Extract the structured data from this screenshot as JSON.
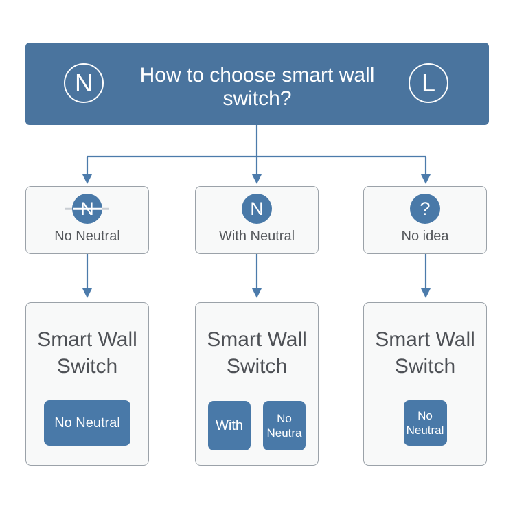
{
  "header": {
    "title": [
      "How to choose smart wall",
      "switch?"
    ],
    "left_badge": "N",
    "right_badge": "L"
  },
  "branches": [
    {
      "condition": {
        "icon": "no-neutral-strikethrough-n-icon",
        "symbol": "N",
        "label": "No Neutral"
      },
      "result": {
        "title": [
          "Smart Wall",
          "Switch"
        ],
        "buttons": [
          {
            "lines": [
              "No Neutral"
            ]
          }
        ]
      }
    },
    {
      "condition": {
        "icon": "neutral-n-circle-icon",
        "symbol": "N",
        "label": "With Neutral"
      },
      "result": {
        "title": [
          "Smart Wall",
          "Switch"
        ],
        "buttons": [
          {
            "lines": [
              "With"
            ]
          },
          {
            "lines": [
              "No",
              "Neutra"
            ]
          }
        ]
      }
    },
    {
      "condition": {
        "icon": "question-circle-icon",
        "symbol": "?",
        "label": "No idea"
      },
      "result": {
        "title": [
          "Smart Wall",
          "Switch"
        ],
        "buttons": [
          {
            "lines": [
              "No",
              "Neutral"
            ]
          }
        ]
      }
    }
  ],
  "colors": {
    "header_bg": "#4A749E",
    "accent": "#4979A8",
    "arrow": "#4C7BAB",
    "box_border": "#9BA2A9",
    "box_fill": "#F8F9F9",
    "text_dark": "#4E5156",
    "text_label": "#54575B",
    "btn_text": "#FFFFFF"
  }
}
